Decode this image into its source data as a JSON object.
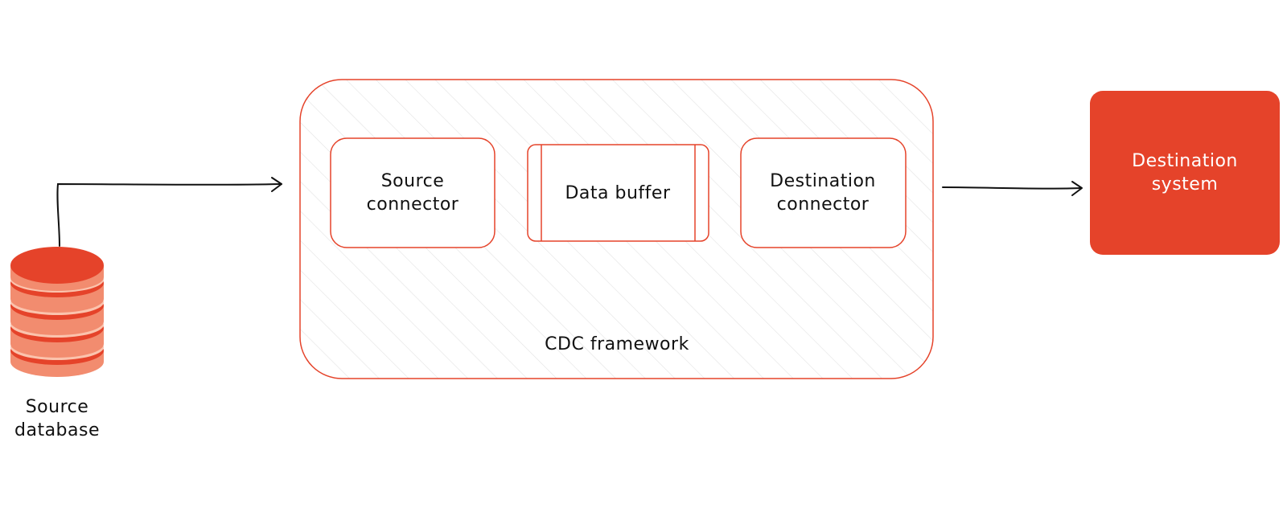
{
  "colors": {
    "accent": "#e5432a",
    "accent_light": "#f28c6f",
    "accent_pale": "#fbc3ad",
    "hatch": "#e3e3e3",
    "text": "#111111",
    "arrow": "#111111"
  },
  "nodes": {
    "source_database": {
      "label_line1": "Source",
      "label_line2": "database",
      "icon": "database-icon"
    },
    "cdc_framework": {
      "label": "CDC framework"
    },
    "source_connector": {
      "label_line1": "Source",
      "label_line2": "connector"
    },
    "data_buffer": {
      "label": "Data buffer"
    },
    "destination_connector": {
      "label_line1": "Destination",
      "label_line2": "connector"
    },
    "destination_system": {
      "label_line1": "Destination",
      "label_line2": "system"
    }
  },
  "edges": [
    {
      "from": "source_database",
      "to": "cdc_framework"
    },
    {
      "from": "cdc_framework",
      "to": "destination_system"
    }
  ]
}
